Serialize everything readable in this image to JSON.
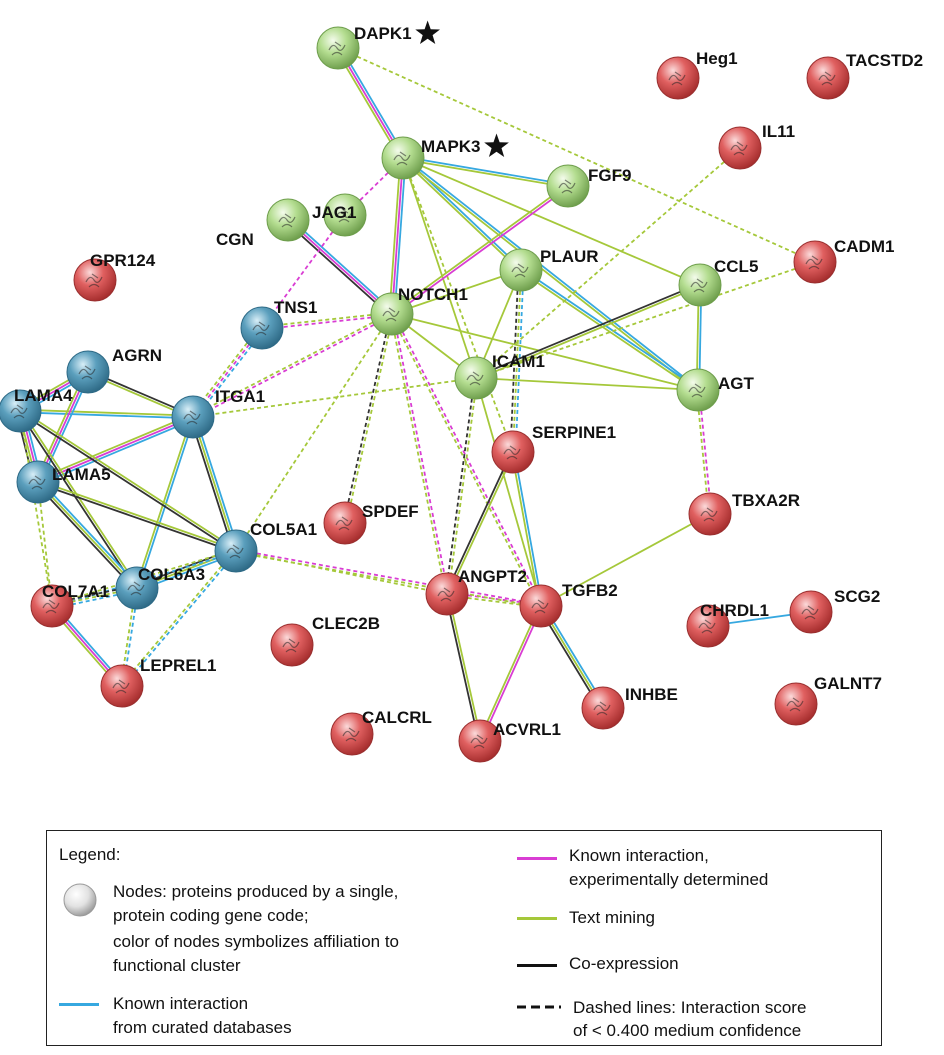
{
  "colors": {
    "curated": "#36a8e0",
    "experimental": "#d93dd3",
    "textmining": "#a5c83a",
    "coexpression": "#333333",
    "cluster_green": "#b4dd90",
    "cluster_red": "#e06060",
    "cluster_teal": "#5b9fbd"
  },
  "nodes": [
    {
      "id": "DAPK1",
      "label": "DAPK1",
      "cluster": "green",
      "starred": true
    },
    {
      "id": "MAPK3",
      "label": "MAPK3",
      "cluster": "green",
      "starred": true
    },
    {
      "id": "FGF9",
      "label": "FGF9",
      "cluster": "green"
    },
    {
      "id": "JAG1",
      "label": "JAG1",
      "cluster": "green"
    },
    {
      "id": "CGN",
      "label": "CGN",
      "cluster": "green"
    },
    {
      "id": "NOTCH1",
      "label": "NOTCH1",
      "cluster": "green"
    },
    {
      "id": "PLAUR",
      "label": "PLAUR",
      "cluster": "green"
    },
    {
      "id": "CCL5",
      "label": "CCL5",
      "cluster": "green"
    },
    {
      "id": "ICAM1",
      "label": "ICAM1",
      "cluster": "green"
    },
    {
      "id": "AGT",
      "label": "AGT",
      "cluster": "green"
    },
    {
      "id": "Heg1",
      "label": "Heg1",
      "cluster": "red"
    },
    {
      "id": "TACSTD2",
      "label": "TACSTD2",
      "cluster": "red"
    },
    {
      "id": "IL11",
      "label": "IL11",
      "cluster": "red"
    },
    {
      "id": "CADM1",
      "label": "CADM1",
      "cluster": "red"
    },
    {
      "id": "GPR124",
      "label": "GPR124",
      "cluster": "red"
    },
    {
      "id": "SERPINE1",
      "label": "SERPINE1",
      "cluster": "red"
    },
    {
      "id": "TBXA2R",
      "label": "TBXA2R",
      "cluster": "red"
    },
    {
      "id": "SPDEF",
      "label": "SPDEF",
      "cluster": "red"
    },
    {
      "id": "ANGPT2",
      "label": "ANGPT2",
      "cluster": "red"
    },
    {
      "id": "TGFB2",
      "label": "TGFB2",
      "cluster": "red"
    },
    {
      "id": "CHRDL1",
      "label": "CHRDL1",
      "cluster": "red"
    },
    {
      "id": "SCG2",
      "label": "SCG2",
      "cluster": "red"
    },
    {
      "id": "CLEC2B",
      "label": "CLEC2B",
      "cluster": "red"
    },
    {
      "id": "GALNT7",
      "label": "GALNT7",
      "cluster": "red"
    },
    {
      "id": "INHBE",
      "label": "INHBE",
      "cluster": "red"
    },
    {
      "id": "CALCRL",
      "label": "CALCRL",
      "cluster": "red"
    },
    {
      "id": "ACVRL1",
      "label": "ACVRL1",
      "cluster": "red"
    },
    {
      "id": "COL7A1",
      "label": "COL7A1",
      "cluster": "red"
    },
    {
      "id": "LEPREL1",
      "label": "LEPREL1",
      "cluster": "red"
    },
    {
      "id": "TNS1",
      "label": "TNS1",
      "cluster": "teal"
    },
    {
      "id": "AGRN",
      "label": "AGRN",
      "cluster": "teal"
    },
    {
      "id": "LAMA4",
      "label": "LAMA4",
      "cluster": "teal"
    },
    {
      "id": "ITGA1",
      "label": "ITGA1",
      "cluster": "teal"
    },
    {
      "id": "LAMA5",
      "label": "LAMA5",
      "cluster": "teal"
    },
    {
      "id": "COL5A1",
      "label": "COL5A1",
      "cluster": "teal"
    },
    {
      "id": "COL6A3",
      "label": "COL6A3",
      "cluster": "teal"
    }
  ],
  "edges": [
    {
      "source": "DAPK1",
      "target": "MAPK3",
      "types": [
        "curated",
        "experimental",
        "textmining"
      ],
      "dashed": false
    },
    {
      "source": "DAPK1",
      "target": "CADM1",
      "types": [
        "textmining"
      ],
      "dashed": true
    },
    {
      "source": "MAPK3",
      "target": "JAG1",
      "types": [
        "experimental"
      ],
      "dashed": true
    },
    {
      "source": "MAPK3",
      "target": "NOTCH1",
      "types": [
        "curated",
        "experimental",
        "textmining"
      ],
      "dashed": false
    },
    {
      "source": "MAPK3",
      "target": "FGF9",
      "types": [
        "curated",
        "textmining"
      ],
      "dashed": false
    },
    {
      "source": "MAPK3",
      "target": "PLAUR",
      "types": [
        "curated",
        "textmining"
      ],
      "dashed": false
    },
    {
      "source": "MAPK3",
      "target": "ICAM1",
      "types": [
        "textmining"
      ],
      "dashed": false
    },
    {
      "source": "MAPK3",
      "target": "AGT",
      "types": [
        "curated",
        "textmining"
      ],
      "dashed": false
    },
    {
      "source": "MAPK3",
      "target": "CCL5",
      "types": [
        "textmining"
      ],
      "dashed": false
    },
    {
      "source": "MAPK3",
      "target": "SERPINE1",
      "types": [
        "textmining"
      ],
      "dashed": true
    },
    {
      "source": "FGF9",
      "target": "NOTCH1",
      "types": [
        "experimental",
        "textmining"
      ],
      "dashed": false
    },
    {
      "source": "CGN",
      "target": "NOTCH1",
      "types": [
        "curated",
        "experimental",
        "coexpression"
      ],
      "dashed": false
    },
    {
      "source": "JAG1",
      "target": "TNS1",
      "types": [
        "experimental"
      ],
      "dashed": true
    },
    {
      "source": "NOTCH1",
      "target": "TNS1",
      "types": [
        "experimental",
        "textmining"
      ],
      "dashed": true
    },
    {
      "source": "NOTCH1",
      "target": "ITGA1",
      "types": [
        "experimental",
        "textmining"
      ],
      "dashed": true
    },
    {
      "source": "NOTCH1",
      "target": "PLAUR",
      "types": [
        "textmining"
      ],
      "dashed": false
    },
    {
      "source": "NOTCH1",
      "target": "ICAM1",
      "types": [
        "textmining"
      ],
      "dashed": false
    },
    {
      "source": "NOTCH1",
      "target": "SPDEF",
      "types": [
        "textmining",
        "coexpression"
      ],
      "dashed": true
    },
    {
      "source": "NOTCH1",
      "target": "COL5A1",
      "types": [
        "textmining"
      ],
      "dashed": true
    },
    {
      "source": "NOTCH1",
      "target": "ANGPT2",
      "types": [
        "experimental",
        "textmining"
      ],
      "dashed": true
    },
    {
      "source": "NOTCH1",
      "target": "TGFB2",
      "types": [
        "experimental",
        "textmining"
      ],
      "dashed": true
    },
    {
      "source": "NOTCH1",
      "target": "AGT",
      "types": [
        "textmining"
      ],
      "dashed": false
    },
    {
      "source": "PLAUR",
      "target": "ICAM1",
      "types": [
        "textmining"
      ],
      "dashed": false
    },
    {
      "source": "PLAUR",
      "target": "AGT",
      "types": [
        "curated",
        "textmining"
      ],
      "dashed": false
    },
    {
      "source": "PLAUR",
      "target": "SERPINE1",
      "types": [
        "curated",
        "textmining",
        "coexpression"
      ],
      "dashed": true
    },
    {
      "source": "CCL5",
      "target": "ICAM1",
      "types": [
        "textmining",
        "coexpression"
      ],
      "dashed": false
    },
    {
      "source": "CCL5",
      "target": "AGT",
      "types": [
        "curated",
        "textmining"
      ],
      "dashed": false
    },
    {
      "source": "IL11",
      "target": "ICAM1",
      "types": [
        "textmining"
      ],
      "dashed": true
    },
    {
      "source": "CADM1",
      "target": "ICAM1",
      "types": [
        "textmining"
      ],
      "dashed": true
    },
    {
      "source": "ICAM1",
      "target": "ITGA1",
      "types": [
        "textmining"
      ],
      "dashed": true
    },
    {
      "source": "ICAM1",
      "target": "AGT",
      "types": [
        "textmining"
      ],
      "dashed": false
    },
    {
      "source": "ICAM1",
      "target": "ANGPT2",
      "types": [
        "textmining",
        "coexpression"
      ],
      "dashed": true
    },
    {
      "source": "ICAM1",
      "target": "TGFB2",
      "types": [
        "textmining"
      ],
      "dashed": false
    },
    {
      "source": "AGT",
      "target": "TBXA2R",
      "types": [
        "experimental",
        "textmining"
      ],
      "dashed": true
    },
    {
      "source": "SERPINE1",
      "target": "TGFB2",
      "types": [
        "curated",
        "textmining"
      ],
      "dashed": false
    },
    {
      "source": "SERPINE1",
      "target": "ANGPT2",
      "types": [
        "textmining",
        "coexpression"
      ],
      "dashed": false
    },
    {
      "source": "TBXA2R",
      "target": "TGFB2",
      "types": [
        "textmining"
      ],
      "dashed": false
    },
    {
      "source": "ANGPT2",
      "target": "TGFB2",
      "types": [
        "experimental",
        "textmining"
      ],
      "dashed": true
    },
    {
      "source": "ANGPT2",
      "target": "ACVRL1",
      "types": [
        "textmining",
        "coexpression"
      ],
      "dashed": false
    },
    {
      "source": "TGFB2",
      "target": "ACVRL1",
      "types": [
        "experimental",
        "textmining"
      ],
      "dashed": false
    },
    {
      "source": "TGFB2",
      "target": "INHBE",
      "types": [
        "curated",
        "textmining",
        "coexpression"
      ],
      "dashed": false
    },
    {
      "source": "COL5A1",
      "target": "TGFB2",
      "types": [
        "experimental",
        "textmining"
      ],
      "dashed": true
    },
    {
      "source": "CHRDL1",
      "target": "SCG2",
      "types": [
        "curated"
      ],
      "dashed": false
    },
    {
      "source": "TNS1",
      "target": "ITGA1",
      "types": [
        "curated",
        "experimental",
        "textmining"
      ],
      "dashed": true
    },
    {
      "source": "ITGA1",
      "target": "AGRN",
      "types": [
        "textmining",
        "coexpression"
      ],
      "dashed": false
    },
    {
      "source": "ITGA1",
      "target": "LAMA4",
      "types": [
        "curated",
        "textmining"
      ],
      "dashed": false
    },
    {
      "source": "ITGA1",
      "target": "LAMA5",
      "types": [
        "curated",
        "experimental",
        "textmining"
      ],
      "dashed": false
    },
    {
      "source": "ITGA1",
      "target": "COL5A1",
      "types": [
        "curated",
        "textmining",
        "coexpression"
      ],
      "dashed": false
    },
    {
      "source": "ITGA1",
      "target": "COL6A3",
      "types": [
        "curated",
        "textmining"
      ],
      "dashed": false
    },
    {
      "source": "AGRN",
      "target": "LAMA4",
      "types": [
        "curated",
        "experimental",
        "textmining"
      ],
      "dashed": false
    },
    {
      "source": "AGRN",
      "target": "LAMA5",
      "types": [
        "curated",
        "experimental",
        "textmining"
      ],
      "dashed": false
    },
    {
      "source": "LAMA4",
      "target": "LAMA5",
      "types": [
        "curated",
        "experimental",
        "textmining",
        "coexpression"
      ],
      "dashed": false
    },
    {
      "source": "LAMA4",
      "target": "COL5A1",
      "types": [
        "textmining",
        "coexpression"
      ],
      "dashed": false
    },
    {
      "source": "LAMA4",
      "target": "COL6A3",
      "types": [
        "textmining",
        "coexpression"
      ],
      "dashed": false
    },
    {
      "source": "LAMA4",
      "target": "COL7A1",
      "types": [
        "textmining"
      ],
      "dashed": true
    },
    {
      "source": "LAMA5",
      "target": "COL5A1",
      "types": [
        "textmining",
        "coexpression"
      ],
      "dashed": false
    },
    {
      "source": "LAMA5",
      "target": "COL6A3",
      "types": [
        "curated",
        "textmining",
        "coexpression"
      ],
      "dashed": false
    },
    {
      "source": "LAMA5",
      "target": "COL7A1",
      "types": [
        "textmining"
      ],
      "dashed": true
    },
    {
      "source": "COL5A1",
      "target": "COL6A3",
      "types": [
        "curated",
        "textmining",
        "coexpression"
      ],
      "dashed": false
    },
    {
      "source": "COL5A1",
      "target": "COL7A1",
      "types": [
        "curated",
        "textmining"
      ],
      "dashed": true
    },
    {
      "source": "COL5A1",
      "target": "ANGPT2",
      "types": [
        "textmining"
      ],
      "dashed": true
    },
    {
      "source": "COL5A1",
      "target": "LEPREL1",
      "types": [
        "curated",
        "textmining"
      ],
      "dashed": true
    },
    {
      "source": "COL6A3",
      "target": "COL7A1",
      "types": [
        "curated",
        "textmining",
        "coexpression"
      ],
      "dashed": true
    },
    {
      "source": "COL6A3",
      "target": "LEPREL1",
      "types": [
        "curated",
        "textmining"
      ],
      "dashed": true
    },
    {
      "source": "COL7A1",
      "target": "LEPREL1",
      "types": [
        "curated",
        "experimental",
        "textmining"
      ],
      "dashed": false
    }
  ],
  "legend": {
    "title": "Legend:",
    "nodes_text_1": "Nodes: proteins produced by a single,",
    "nodes_text_2": "protein coding gene code;",
    "nodes_text_3": "color of nodes symbolizes affiliation to",
    "nodes_text_4": "functional cluster",
    "curated_1": "Known interaction",
    "curated_2": "from curated databases",
    "experimental_1": "Known interaction,",
    "experimental_2": "experimentally determined",
    "textmining": "Text mining",
    "coexpression": "Co-expression",
    "dashed_1": "Dashed lines: Interaction score",
    "dashed_2": "of < 0.400 medium confidence"
  }
}
